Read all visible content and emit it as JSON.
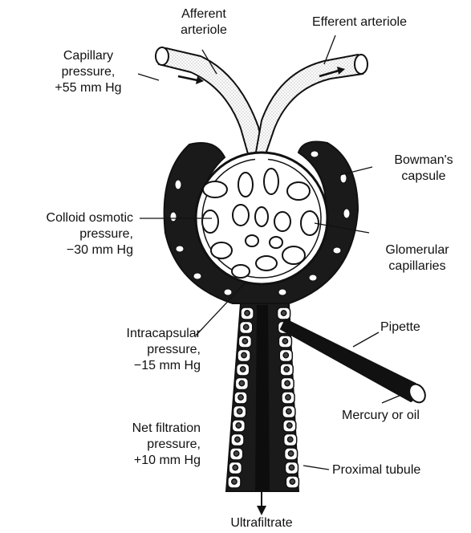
{
  "labels": {
    "afferent": [
      "Afferent",
      "arteriole"
    ],
    "efferent": [
      "Efferent arteriole"
    ],
    "capillary_pressure": [
      "Capillary",
      "pressure,",
      "+55 mm Hg"
    ],
    "bowmans": [
      "Bowman's",
      "capsule"
    ],
    "colloid": [
      "Colloid osmotic",
      "pressure,",
      "−30 mm Hg"
    ],
    "glomerular": [
      "Glomerular",
      "capillaries"
    ],
    "pipette": [
      "Pipette"
    ],
    "intracapsular": [
      "Intracapsular",
      "pressure,",
      "−15 mm Hg"
    ],
    "mercury": [
      "Mercury or oil"
    ],
    "net_filtration": [
      "Net filtration",
      "pressure,",
      "+10 mm Hg"
    ],
    "proximal": [
      "Proximal tubule"
    ],
    "ultrafiltrate": [
      "Ultrafiltrate"
    ]
  },
  "icons": {
    "flow_arrow": "arrow-right",
    "down_arrow": "arrow-down"
  }
}
